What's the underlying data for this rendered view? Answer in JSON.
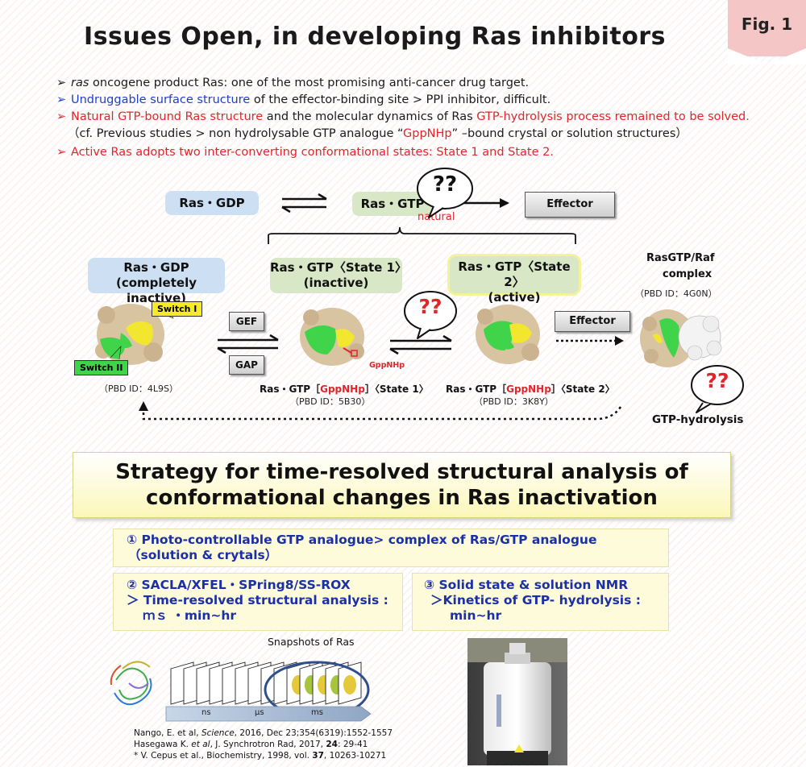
{
  "header": {
    "title": "Issues Open, in developing Ras inhibitors",
    "fig_label": "Fig. 1"
  },
  "bullets": [
    {
      "italic": "ras",
      "text": " oncogene product Ras: one of the most promising anti-cancer drug target."
    },
    {
      "blue": "Undruggable surface structure",
      "text": " of the effector-binding site > PPI inhibitor, difficult."
    },
    {
      "red1": "Natural GTP-bound Ras structure",
      "mid": " and the molecular dynamics of Ras ",
      "red2": "GTP-hydrolysis process remained to be solved."
    },
    {
      "pre": "（cf. Previous studies > non hydrolysable GTP analogue “",
      "red": "GppNHp",
      "post": "” –bound crystal or solution structures）"
    },
    {
      "red": "Active Ras adopts two inter-converting conformational states: State 1 and State 2."
    }
  ],
  "scheme_top": {
    "gdp": "Ras・GDP",
    "gtp": "Ras・GTP",
    "natural": "natural",
    "effector": "Effector",
    "question": "??"
  },
  "scheme_mid": {
    "gdp_box": [
      "Ras・GDP",
      "(completely inactive)"
    ],
    "state1_box": [
      "Ras・GTP〈State 1〉",
      "(inactive)"
    ],
    "state2_box": [
      "Ras・GTP〈State 2〉",
      "(active)"
    ],
    "raf": [
      "RasGTP/Raf",
      "complex"
    ],
    "raf_pdb": "（PBD ID：4G0N）",
    "switch1": "Switch I",
    "switch2": "Switch II",
    "gef": "GEF",
    "gap": "GAP",
    "gppnhp_tag": "GppNHp",
    "effector": "Effector",
    "q1": "??",
    "q2": "??",
    "pdb_gdp": "（PBD ID：4L9S）",
    "s1_label_pre": "Ras・GTP［",
    "s1_label_red": "GppNHp",
    "s1_label_post": "］〈State 1〉",
    "s1_pdb": "（PBD ID：5B30）",
    "s2_label_pre": "Ras・GTP［",
    "s2_label_red": "GppNHp",
    "s2_label_post": "］〈State 2〉",
    "s2_pdb": "（PBD ID：3K8Y）",
    "hydrolysis": "GTP-hydrolysis"
  },
  "strategy": {
    "line1": "Strategy for time-resolved structural analysis of",
    "line2": "conformational changes in Ras inactivation"
  },
  "items": {
    "i1": [
      "① Photo-controllable GTP analogue> complex of Ras/GTP analogue",
      "（solution & crytals）"
    ],
    "i2": [
      "② SACLA/XFEL・SPring8/SS-ROX",
      "＞ Time-resolved structural analysis :",
      "ｍｓ ・min~hr"
    ],
    "i3": [
      "③ Solid state & solution NMR",
      "＞Kinetics of GTP- hydrolysis :",
      "min~hr"
    ]
  },
  "snapshots": {
    "title": "Snapshots of Ras",
    "ticks": [
      "ns",
      "μs",
      "ms"
    ]
  },
  "refs": [
    {
      "a": "Nango, E. et al, ",
      "i": "Science",
      "b": ", 2016, Dec 23;354(6319):1552-1557"
    },
    {
      "a": "Hasegawa K. ",
      "i": "et al",
      "b": ", J. Synchrotron Rad, 2017, ",
      "bold": "24",
      "c": ": 29-41"
    },
    {
      "a": "* V. Cepus et al., Biochemistry, 1998, vol. ",
      "bold": "37",
      "c": ", 10263-10271"
    }
  ],
  "colors": {
    "green": "#3fd44a",
    "yellow": "#f2e62e",
    "tan": "#d9c4a2",
    "red": "#e0262a",
    "blue": "#1b2fa8"
  }
}
